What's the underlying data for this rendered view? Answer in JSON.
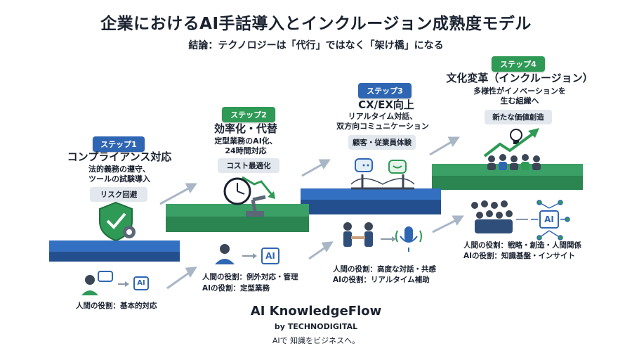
{
  "title": "企業におけるAI手話導入とインクルージョン成熟度モデル",
  "subtitle": "結論：テクノロジーは「代行」ではなく「架け橋」になる",
  "colors": {
    "blue": "#2f66b3",
    "green": "#2e9a55",
    "dark": "#1a2230"
  },
  "steps": [
    {
      "badge": "ステップ1",
      "title": "コンプライアンス対応",
      "desc1": "法的義務の遵守、",
      "desc2": "ツールの試験導入",
      "pill": "リスク回避",
      "icon": "shield-check-icon",
      "role1": "人間の役割：基本的対応",
      "role2": ""
    },
    {
      "badge": "ステップ2",
      "title": "効率化・代替",
      "desc1": "定型業務のAI化、",
      "desc2": "24時間対応",
      "pill": "コスト最適化",
      "icon": "clock-robot-arm-icon",
      "role1": "人間の役割：例外対応・管理",
      "role2": "AIの役割：定型業務"
    },
    {
      "badge": "ステップ3",
      "title": "CX/EX向上",
      "desc1": "リアルタイム対話、",
      "desc2": "双方向コミュニケーション",
      "pill": "顧客・従業員体験",
      "icon": "bridge-chat-icon",
      "role1": "人間の役割：高度な対話・共感",
      "role2": "AIの役割：リアルタイム補助"
    },
    {
      "badge": "ステップ4",
      "title": "文化変革（インクルージョン）",
      "desc1": "多様性がイノベーションを",
      "desc2": "生む組織へ",
      "pill": "新たな価値創造",
      "icon": "team-growth-icon",
      "role1": "人間の役割：戦略・創造・人間関係",
      "role2": "AIの役割：知識基盤・インサイト"
    }
  ],
  "ai_label": "AI",
  "brand": {
    "name": "AI KnowledgeFlow",
    "by": "by TECHNODIGITAL",
    "tagline": "AIで 知識をビジネスへ。"
  }
}
